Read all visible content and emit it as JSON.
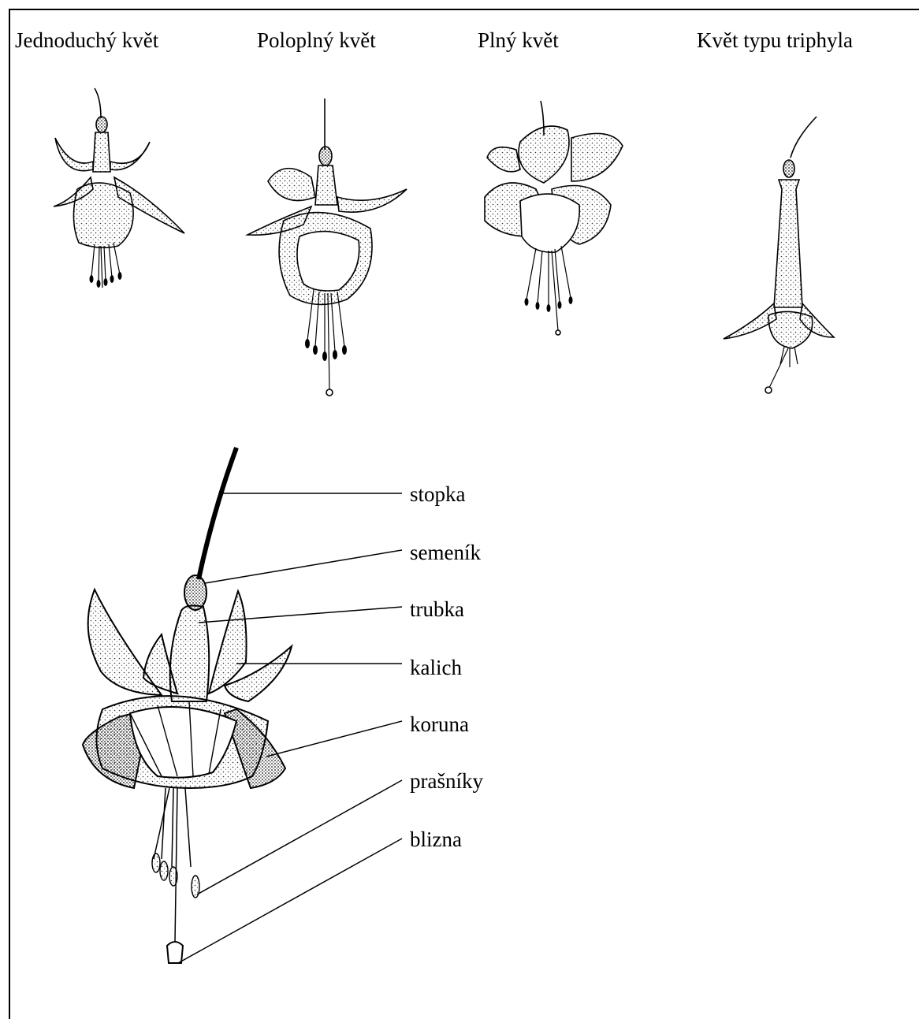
{
  "titles": {
    "single": "Jednoduchý květ",
    "semi_double": "Poloplný květ",
    "double": "Plný květ",
    "triphylla": "Květ typu triphyla"
  },
  "labels": {
    "stalk": "stopka",
    "ovary": "semeník",
    "tube": "trubka",
    "calyx": "kalich",
    "corolla": "koruna",
    "anthers": "prašníky",
    "stigma": "blizna"
  },
  "colors": {
    "ink": "#000000",
    "paper": "#ffffff",
    "stipple": "#6a6a6a"
  }
}
